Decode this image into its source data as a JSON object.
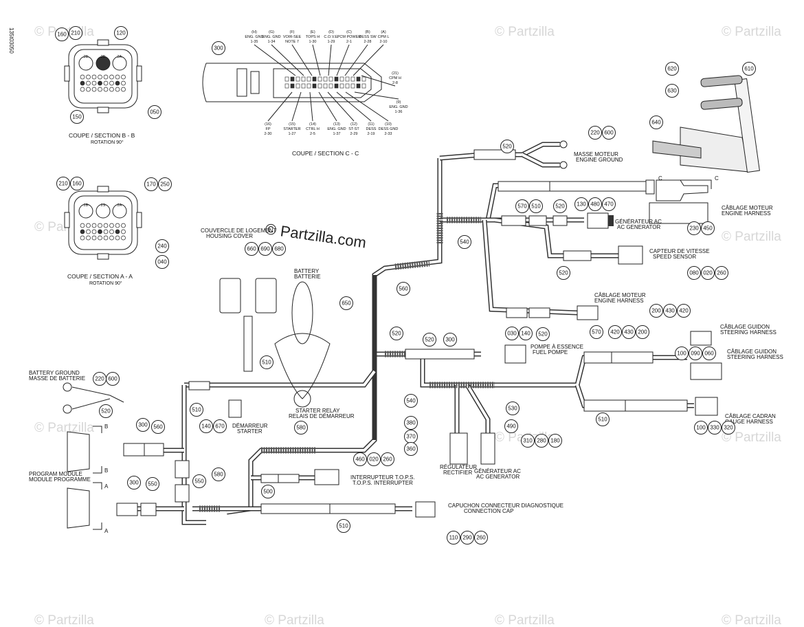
{
  "watermark": "© Partzilla.com",
  "watermark_corner": "© Partzilla",
  "doc_code": "135t03050",
  "sections": {
    "b": {
      "title": "COUPE / SECTION B - B",
      "rotation": "ROTATION 90°"
    },
    "a": {
      "title": "COUPE / SECTION A - A",
      "rotation": "ROTATION 90°"
    },
    "c": {
      "title": "COUPE / SECTION C - C"
    }
  },
  "callouts_b": [
    "160",
    "210",
    "120",
    "150",
    "050"
  ],
  "callouts_a": [
    "210",
    "160",
    "170",
    "250",
    "240",
    "040"
  ],
  "pins_b": [
    "2B",
    "2B",
    "2A"
  ],
  "pins_a": [
    "2B",
    "2S",
    "2A"
  ],
  "pin_labels_top": [
    {
      "n": "(H)",
      "l1": "ENG. GND",
      "l2": "1-35"
    },
    {
      "n": "(G)",
      "l1": "ENG. GND",
      "l2": "1-34"
    },
    {
      "n": "(F)",
      "l1": "VOIR-SEE",
      "l2": "NOTE 7"
    },
    {
      "n": "(E)",
      "l1": "TOPS H",
      "l2": "1-30"
    },
    {
      "n": "(D)",
      "l1": "C.O.V.E.",
      "l2": "1-29"
    },
    {
      "n": "(C)",
      "l1": "PCM POWER",
      "l2": "2-1"
    },
    {
      "n": "(B)",
      "l1": "DESS SW",
      "l2": "2-28"
    },
    {
      "n": "(A)",
      "l1": "CPM L",
      "l2": "2-10"
    },
    {
      "n": "(21)",
      "l1": "CPM H",
      "l2": "2-8"
    }
  ],
  "pin_labels_bottom": [
    {
      "n": "(16)",
      "l1": "FP",
      "l2": "2-30"
    },
    {
      "n": "(15)",
      "l1": "STARTER",
      "l2": "1-27"
    },
    {
      "n": "(14)",
      "l1": "CTRL H",
      "l2": "2-5"
    },
    {
      "n": "(13)",
      "l1": "ENG. GND",
      "l2": "1-37"
    },
    {
      "n": "(12)",
      "l1": "ST-ST",
      "l2": "2-29"
    },
    {
      "n": "(11)",
      "l1": "DESS",
      "l2": "2-19"
    },
    {
      "n": "(10)",
      "l1": "DESS GND",
      "l2": "2-33"
    },
    {
      "n": "(9)",
      "l1": "ENG. GND",
      "l2": "1-36"
    }
  ],
  "connector_c_callout": "300",
  "labels": {
    "engine_ground": [
      "MASSE MOTEUR",
      "ENGINE GROUND"
    ],
    "engine_harness_1": [
      "CÂBLAGE MOTEUR",
      "ENGINE HARNESS"
    ],
    "ac_generator_1": [
      "GÉNÉRATEUR AC",
      "AC GENERATOR"
    ],
    "speed_sensor": [
      "CAPTEUR DE VITESSE",
      "SPEED SENSOR"
    ],
    "engine_harness_2": [
      "CÂBLAGE MOTEUR",
      "ENGINE HARNESS"
    ],
    "steering_harness_1": [
      "CÂBLAGE GUIDON",
      "STEERING HARNESS"
    ],
    "steering_harness_2": [
      "CÂBLAGE GUIDON",
      "STEERING HARNESS"
    ],
    "fuel_pump": [
      "POMPE À ESSENCE",
      "FUEL POMPE"
    ],
    "gauge_harness": [
      "CÂBLAGE CADRAN",
      "GAUGE HARNESS"
    ],
    "housing_cover": [
      "COUVERCLE DE LOGEMENT",
      "HOUSING COVER"
    ],
    "battery": [
      "BATTERY",
      "BATTERIE"
    ],
    "battery_ground": [
      "BATTERY GROUND",
      "MASSE DE BATTERIE"
    ],
    "starter_relay": [
      "STARTER RELAY",
      "RELAIS DE DÉMARREUR"
    ],
    "starter": [
      "DÉMARREUR",
      "STARTER"
    ],
    "program_module": [
      "PROGRAM MODULE",
      "MODULE PROGRAMME"
    ],
    "tops": [
      "INTERRUPTEUR T.O.P.S.",
      "T.O.P.S. INTERRUPTER"
    ],
    "regulator": [
      "RÉGULATEUR",
      "RECTIFIER"
    ],
    "ac_generator_2": [
      "GÉNÉRATEUR AC",
      "AC GENERATOR"
    ],
    "diag_cap": [
      "CAPUCHON CONNECTEUR DIAGNOSTIQUE",
      "CONNECTION CAP"
    ]
  },
  "section_marks": {
    "b": "B",
    "a": "A",
    "c": "C"
  },
  "callouts": [
    {
      "id": "c220a",
      "t": "220"
    },
    {
      "id": "c600a",
      "t": "600"
    },
    {
      "id": "c520a",
      "t": "520"
    },
    {
      "id": "c610",
      "t": "610"
    },
    {
      "id": "c620",
      "t": "620"
    },
    {
      "id": "c630",
      "t": "630"
    },
    {
      "id": "c640",
      "t": "640"
    },
    {
      "id": "c570a",
      "t": "570"
    },
    {
      "id": "c510a",
      "t": "510"
    },
    {
      "id": "c520b",
      "t": "520"
    },
    {
      "id": "c130",
      "t": "130"
    },
    {
      "id": "c480",
      "t": "480"
    },
    {
      "id": "c470",
      "t": "470"
    },
    {
      "id": "c230",
      "t": "230"
    },
    {
      "id": "c450",
      "t": "450"
    },
    {
      "id": "c540a",
      "t": "540"
    },
    {
      "id": "c520c",
      "t": "520"
    },
    {
      "id": "c080a",
      "t": "080"
    },
    {
      "id": "c020a",
      "t": "020"
    },
    {
      "id": "c260a",
      "t": "260"
    },
    {
      "id": "c560",
      "t": "560"
    },
    {
      "id": "c520d",
      "t": "520"
    },
    {
      "id": "c420a",
      "t": "420"
    },
    {
      "id": "c430a",
      "t": "430"
    },
    {
      "id": "c200a",
      "t": "200"
    },
    {
      "id": "c200b",
      "t": "200"
    },
    {
      "id": "c430b",
      "t": "430"
    },
    {
      "id": "c420b",
      "t": "420"
    },
    {
      "id": "c570b",
      "t": "570"
    },
    {
      "id": "c100a",
      "t": "100"
    },
    {
      "id": "c090",
      "t": "090"
    },
    {
      "id": "c060",
      "t": "060"
    },
    {
      "id": "c520e",
      "t": "520"
    },
    {
      "id": "c520f",
      "t": "520"
    },
    {
      "id": "c300b",
      "t": "300"
    },
    {
      "id": "c030",
      "t": "030"
    },
    {
      "id": "c140a",
      "t": "140"
    },
    {
      "id": "c540b",
      "t": "540"
    },
    {
      "id": "c530",
      "t": "530"
    },
    {
      "id": "c490",
      "t": "490"
    },
    {
      "id": "c510b",
      "t": "510"
    },
    {
      "id": "c100b",
      "t": "100"
    },
    {
      "id": "c330",
      "t": "330"
    },
    {
      "id": "c320",
      "t": "320"
    },
    {
      "id": "c660",
      "t": "660"
    },
    {
      "id": "c690",
      "t": "690"
    },
    {
      "id": "c680",
      "t": "680"
    },
    {
      "id": "c650",
      "t": "650"
    },
    {
      "id": "c510c",
      "t": "510"
    },
    {
      "id": "c220b",
      "t": "220"
    },
    {
      "id": "c600b",
      "t": "600"
    },
    {
      "id": "c520g",
      "t": "520"
    },
    {
      "id": "c510d",
      "t": "510"
    },
    {
      "id": "c140b",
      "t": "140"
    },
    {
      "id": "c670",
      "t": "670"
    },
    {
      "id": "c300c",
      "t": "300"
    },
    {
      "id": "c560b",
      "t": "560"
    },
    {
      "id": "c550a",
      "t": "550"
    },
    {
      "id": "c580a",
      "t": "580"
    },
    {
      "id": "c580b",
      "t": "580"
    },
    {
      "id": "c300d",
      "t": "300"
    },
    {
      "id": "c550b",
      "t": "550"
    },
    {
      "id": "c380",
      "t": "380"
    },
    {
      "id": "c370",
      "t": "370"
    },
    {
      "id": "c360",
      "t": "360"
    },
    {
      "id": "c310",
      "t": "310"
    },
    {
      "id": "c280",
      "t": "280"
    },
    {
      "id": "c180",
      "t": "180"
    },
    {
      "id": "c460",
      "t": "460"
    },
    {
      "id": "c020b",
      "t": "020"
    },
    {
      "id": "c260b",
      "t": "260"
    },
    {
      "id": "c500",
      "t": "500"
    },
    {
      "id": "c510e",
      "t": "510"
    },
    {
      "id": "c110",
      "t": "110"
    },
    {
      "id": "c290",
      "t": "290"
    },
    {
      "id": "c260c",
      "t": "260"
    }
  ]
}
